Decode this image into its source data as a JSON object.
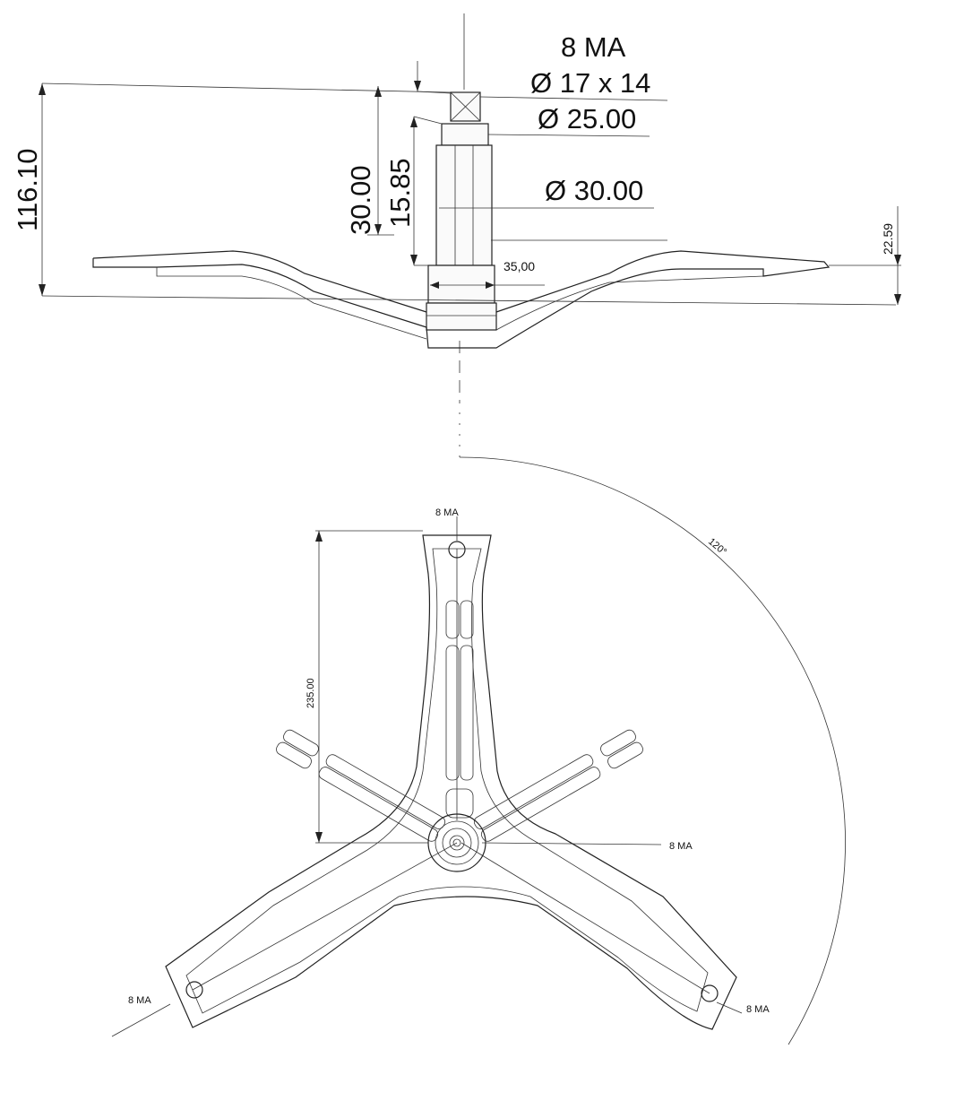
{
  "side_view": {
    "thread_label": "8 MA",
    "square_shaft_dim": "Ø 17 x 14",
    "shaft_dia_1": "Ø 25.00",
    "shaft_dia_2": "Ø 30.00",
    "hub_width": "35,00",
    "overall_height": "116.10",
    "shaft_length": "30.00",
    "step_length": "15.85",
    "flange_drop": "22.59"
  },
  "top_view": {
    "arm_length": "235.00",
    "angle": "120°",
    "hole_top_label": "8 MA",
    "hub_label": "8 MA",
    "hole_left_label": "8 MA",
    "hole_right_label": "8 MA"
  }
}
